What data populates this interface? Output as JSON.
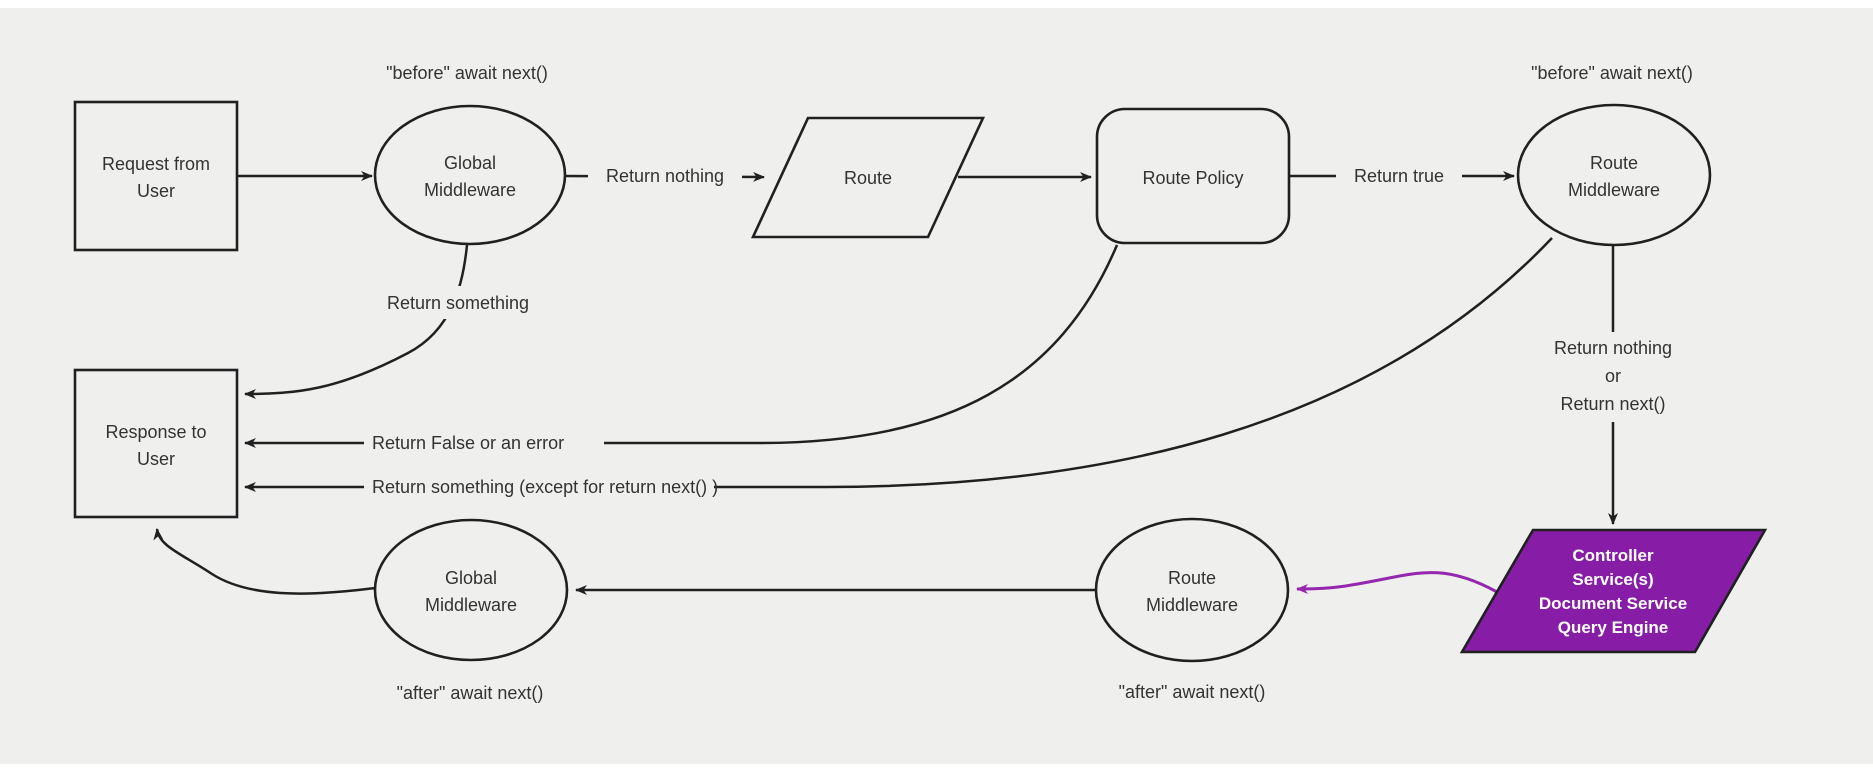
{
  "diagram": {
    "nodes": {
      "request": {
        "line1": "Request from",
        "line2": "User"
      },
      "global_middleware_top": {
        "line1": "Global",
        "line2": "Middleware"
      },
      "route": {
        "label": "Route"
      },
      "route_policy": {
        "label": "Route Policy"
      },
      "route_middleware_top": {
        "line1": "Route",
        "line2": "Middleware"
      },
      "controller": {
        "line1": "Controller",
        "line2": "Service(s)",
        "line3": "Document Service",
        "line4": "Query Engine"
      },
      "route_middleware_bottom": {
        "line1": "Route",
        "line2": "Middleware"
      },
      "global_middleware_bottom": {
        "line1": "Global",
        "line2": "Middleware"
      },
      "response": {
        "line1": "Response to",
        "line2": "User"
      }
    },
    "edge_labels": {
      "before_await_left": "\"before\" await next()",
      "before_await_right": "\"before\" await next()",
      "return_nothing": "Return nothing",
      "return_true": "Return true",
      "return_something": "Return something",
      "return_false_or_error": "Return False or an error",
      "return_something_except": "Return something (except for return next() )",
      "return_nothing_or_1": "Return nothing",
      "return_nothing_or_2": "or",
      "return_nothing_or_3": "Return next()",
      "after_await_left": "\"after\" await next()",
      "after_await_right": "\"after\" await next()"
    },
    "colors": {
      "canvas": "#efefee",
      "page": "#ffffff",
      "stroke": "#1f2121",
      "text": "#333333",
      "purple_fill": "#871da7",
      "purple_arrow": "#9527ae",
      "purple_text": "#ffffff"
    }
  }
}
